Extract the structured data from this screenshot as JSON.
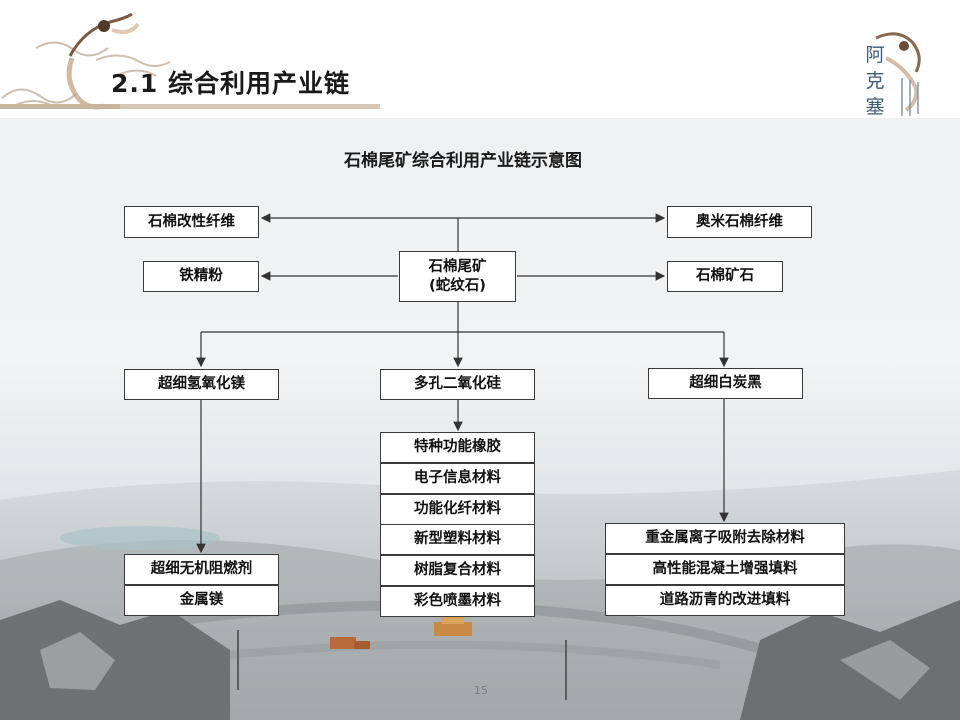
{
  "header": {
    "title": "2.1 综合利用产业链"
  },
  "logo": {
    "characters": [
      "阿",
      "克",
      "塞"
    ]
  },
  "diagram": {
    "title": "石棉尾矿综合利用产业链示意图",
    "center_node": "石棉尾矿\n(蛇纹石)",
    "left_top": "石棉改性纤维",
    "left_mid": "铁精粉",
    "right_top": "奥米石棉纤维",
    "right_mid": "石棉矿石",
    "branches": [
      {
        "label": "超细氢氧化镁",
        "products": [
          "超细无机阻燃剂",
          "金属镁"
        ]
      },
      {
        "label": "多孔二氧化硅",
        "products": [
          "特种功能橡胶",
          "电子信息材料",
          "功能化纤材料",
          "新型塑料材料",
          "树脂复合材料",
          "彩色喷墨材料"
        ]
      },
      {
        "label": "超细白炭黑",
        "products": [
          "重金属离子吸附去除材料",
          "高性能混凝土增强填料",
          "道路沥青的改进填料"
        ]
      }
    ]
  },
  "footer": {
    "page_number": "15"
  }
}
